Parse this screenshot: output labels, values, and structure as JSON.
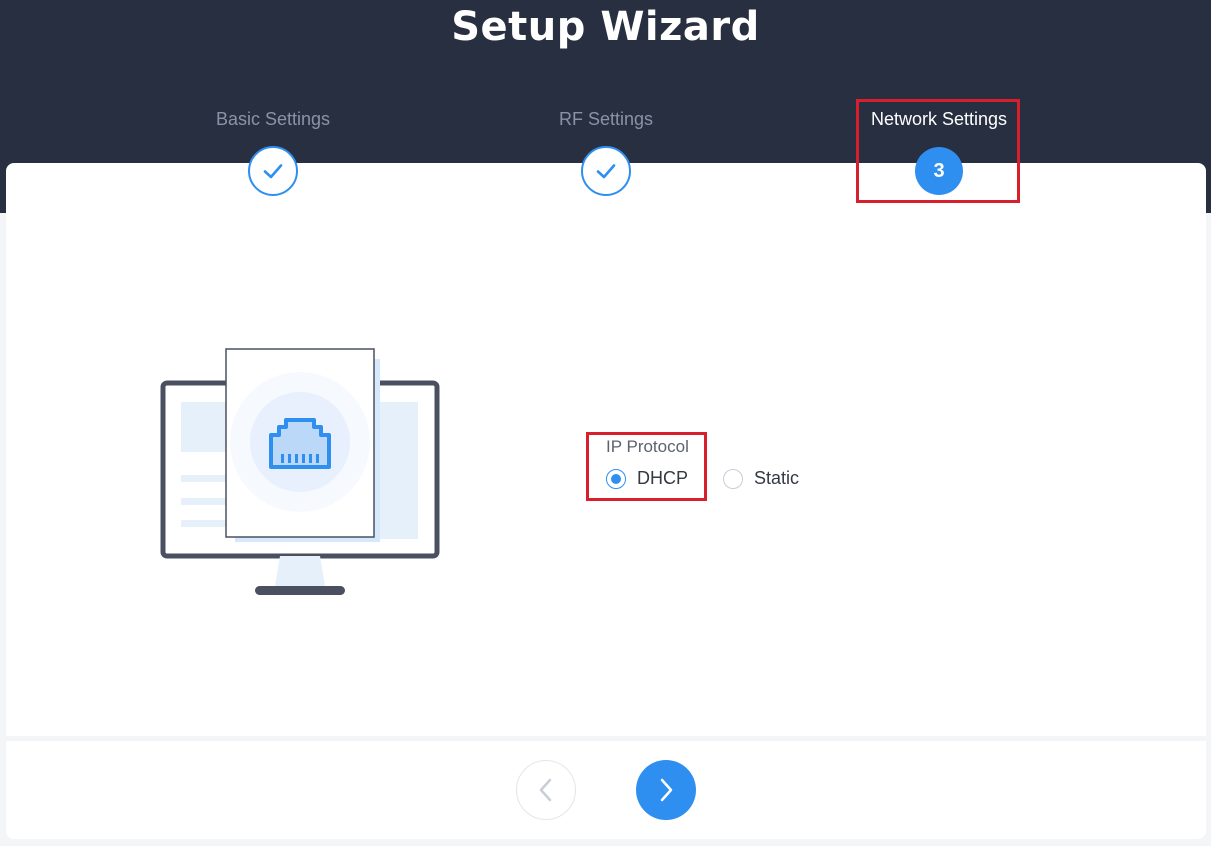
{
  "wizard": {
    "title": "Setup Wizard",
    "steps": [
      {
        "label": "Basic Settings",
        "status": "completed"
      },
      {
        "label": "RF Settings",
        "status": "completed"
      },
      {
        "label": "Network Settings",
        "status": "current",
        "number": "3"
      }
    ]
  },
  "form": {
    "ip_protocol_label": "IP Protocol",
    "options": [
      {
        "label": "DHCP",
        "selected": true
      },
      {
        "label": "Static",
        "selected": false
      }
    ]
  },
  "icons": {
    "completed": "checkmark-icon",
    "prev": "chevron-left-icon",
    "next": "chevron-right-icon",
    "illustration": "ethernet-port-icon"
  },
  "colors": {
    "header_bg": "#282f40",
    "accent": "#2f8ff0",
    "highlight": "#d7202b"
  }
}
